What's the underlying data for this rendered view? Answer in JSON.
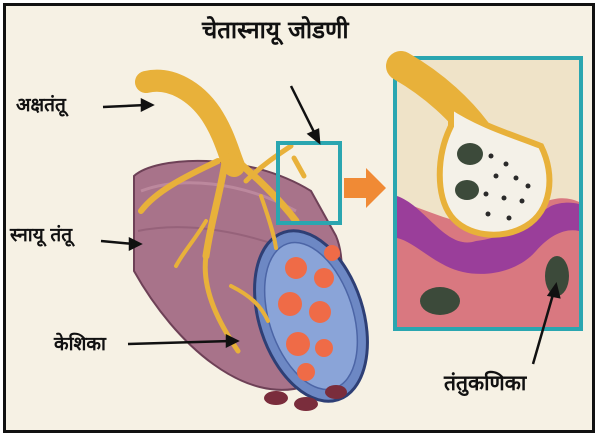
{
  "labels": {
    "junction": "चेतास्नायू जोडणी",
    "axon": "अक्षतंतू",
    "muscle_fiber": "स्नायू तंतू",
    "capillary": "केशिका",
    "mitochondria": "तंतुकणिका"
  },
  "colors": {
    "axon": "#e8b13a",
    "muscle": "#a8738a",
    "inset_frame": "#2aa6b0",
    "arrow": "#f08a35",
    "background": "#f6f1e4"
  }
}
